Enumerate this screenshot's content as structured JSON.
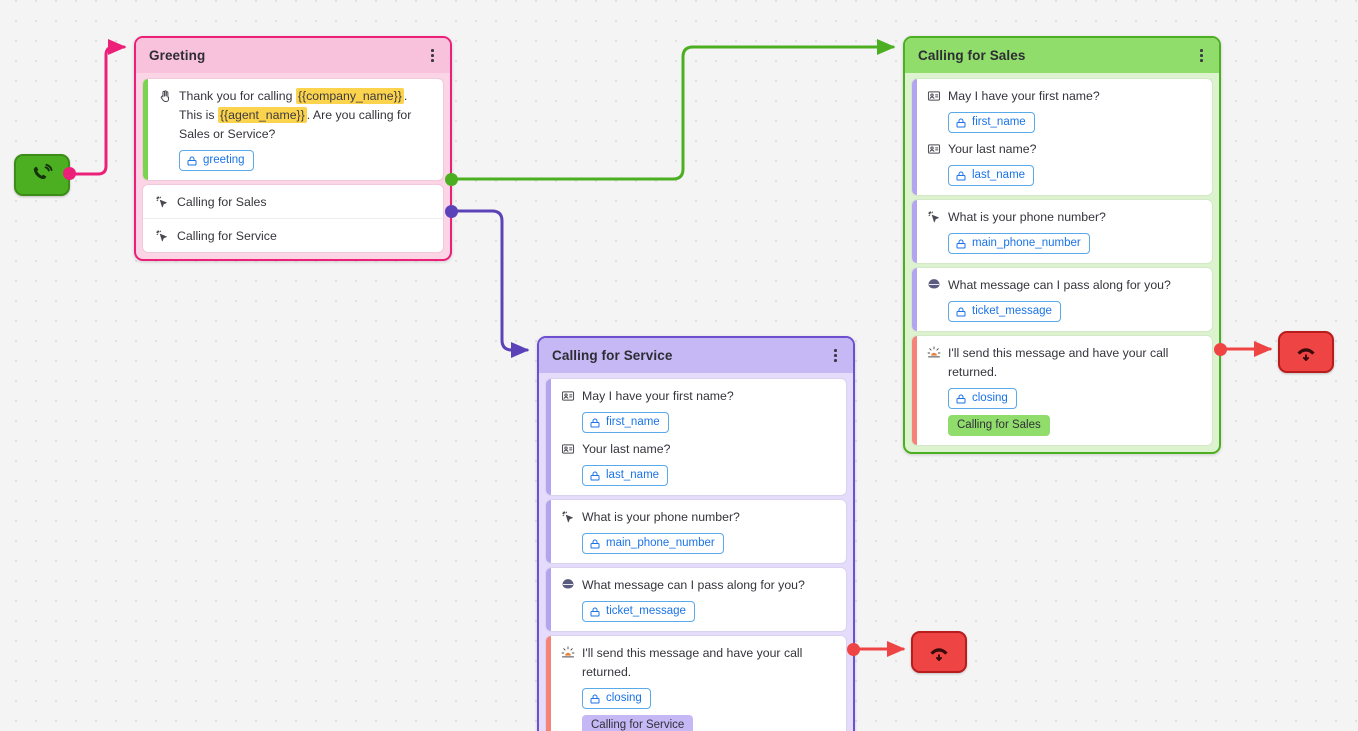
{
  "canvas": {
    "background_color": "#f4f4f4",
    "dot_color": "#e0e0e0"
  },
  "nodes": {
    "start": {
      "type": "call-start",
      "icon": "phone-incoming-icon",
      "color": "#4caf22",
      "border_color": "#3c8c18"
    },
    "greeting": {
      "title": "Greeting",
      "color": "#f9c2dc",
      "border_color": "#ec1f79",
      "menu_icon": "kebab-menu-icon",
      "blocks": [
        {
          "stripe": "green",
          "icon": "wave-hand-icon",
          "text_parts": [
            {
              "t": "Thank you for calling ",
              "hl": false
            },
            {
              "t": "{{company_name}}",
              "hl": true
            },
            {
              "t": ". This is ",
              "hl": false
            },
            {
              "t": "{{agent_name}}",
              "hl": true
            },
            {
              "t": ". Are you calling for Sales or Service?",
              "hl": false
            }
          ],
          "chips": [
            {
              "kind": "var",
              "label": "greeting"
            }
          ]
        }
      ],
      "options": [
        {
          "icon": "cursor-click-icon",
          "label": "Calling for Sales"
        },
        {
          "icon": "cursor-click-icon",
          "label": "Calling for Service"
        }
      ]
    },
    "sales": {
      "title": "Calling for Sales",
      "color": "#90dd6b",
      "border_color": "#4caf22",
      "menu_icon": "kebab-menu-icon",
      "blocks": [
        {
          "stripe": "purple",
          "rows": [
            {
              "icon": "id-badge-icon",
              "text": "May I have your first name?",
              "chips": [
                {
                  "kind": "var",
                  "label": "first_name"
                }
              ]
            },
            {
              "icon": "id-badge-icon",
              "text": "Your last name?",
              "chips": [
                {
                  "kind": "var",
                  "label": "last_name"
                }
              ]
            }
          ]
        },
        {
          "stripe": "purple",
          "rows": [
            {
              "icon": "cursor-click-icon",
              "text": "What is your phone number?",
              "chips": [
                {
                  "kind": "var",
                  "label": "main_phone_number"
                }
              ]
            }
          ]
        },
        {
          "stripe": "purple",
          "rows": [
            {
              "icon": "mouth-icon",
              "text": "What message can I pass along for you?",
              "chips": [
                {
                  "kind": "var",
                  "label": "ticket_message"
                }
              ]
            }
          ]
        },
        {
          "stripe": "red",
          "rows": [
            {
              "icon": "sunrise-icon",
              "text": "I'll send this message and have your call returned.",
              "chips": [
                {
                  "kind": "var",
                  "label": "closing"
                },
                {
                  "kind": "tag-green",
                  "label": "Calling for Sales"
                }
              ]
            }
          ]
        }
      ]
    },
    "service": {
      "title": "Calling for Service",
      "color": "#c6b8f5",
      "border_color": "#6d4fd0",
      "menu_icon": "kebab-menu-icon",
      "blocks": [
        {
          "stripe": "purple",
          "rows": [
            {
              "icon": "id-badge-icon",
              "text": "May I have your first name?",
              "chips": [
                {
                  "kind": "var",
                  "label": "first_name"
                }
              ]
            },
            {
              "icon": "id-badge-icon",
              "text": "Your last name?",
              "chips": [
                {
                  "kind": "var",
                  "label": "last_name"
                }
              ]
            }
          ]
        },
        {
          "stripe": "purple",
          "rows": [
            {
              "icon": "cursor-click-icon",
              "text": "What is your phone number?",
              "chips": [
                {
                  "kind": "var",
                  "label": "main_phone_number"
                }
              ]
            }
          ]
        },
        {
          "stripe": "purple",
          "rows": [
            {
              "icon": "mouth-icon",
              "text": "What message can I pass along for you?",
              "chips": [
                {
                  "kind": "var",
                  "label": "ticket_message"
                }
              ]
            }
          ]
        },
        {
          "stripe": "red",
          "rows": [
            {
              "icon": "sunrise-icon",
              "text": "I'll send this message and have your call returned.",
              "chips": [
                {
                  "kind": "var",
                  "label": "closing"
                },
                {
                  "kind": "tag-purple",
                  "label": "Calling for Service"
                }
              ]
            }
          ]
        }
      ]
    },
    "end_sales": {
      "type": "call-end",
      "icon": "phone-hangup-icon",
      "color": "#ef4444",
      "border_color": "#b91c1c"
    },
    "end_service": {
      "type": "call-end",
      "icon": "phone-hangup-icon",
      "color": "#ef4444",
      "border_color": "#b91c1c"
    }
  },
  "edges": [
    {
      "name": "start-to-greeting",
      "color": "#ec1f79"
    },
    {
      "name": "greeting-sales-to-sales",
      "color": "#4caf22"
    },
    {
      "name": "greeting-service-to-service",
      "color": "#5b42b8"
    },
    {
      "name": "sales-to-end",
      "color": "#ef4444"
    },
    {
      "name": "service-to-end",
      "color": "#ef4444"
    }
  ]
}
